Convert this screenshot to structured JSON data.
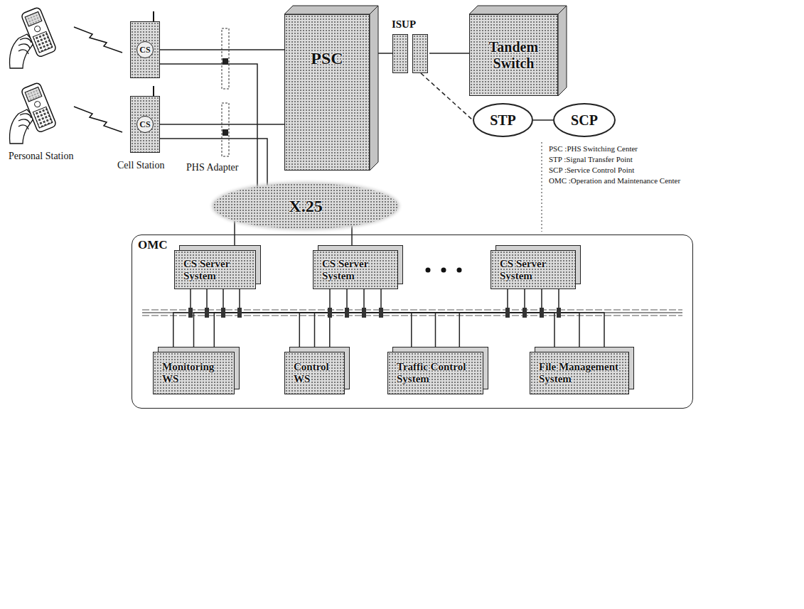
{
  "diagram": {
    "nodes": [
      {
        "text": [
          "CS"
        ]
      },
      {
        "text": [
          "CS"
        ]
      },
      {
        "text": [
          "PSC"
        ]
      },
      {
        "text": [
          "ISUP"
        ]
      },
      {
        "text": [
          "Tandem Switch"
        ]
      },
      {
        "text": [
          "STP"
        ]
      },
      {
        "text": [
          "SCP"
        ]
      },
      {
        "text": [
          "X.25"
        ]
      },
      {
        "text": [
          "OMC"
        ]
      },
      {
        "text": [
          "CS Server System"
        ],
        "in": 8
      },
      {
        "text": [
          "CS Server System"
        ],
        "in": 8
      },
      {
        "text": [
          "CS Server System"
        ],
        "in": 8
      },
      {
        "text": [
          "Monitoring WS"
        ],
        "in": 8
      },
      {
        "text": [
          "Control WS"
        ],
        "in": 8
      },
      {
        "text": [
          "Traffic Control System"
        ],
        "in": 8
      },
      {
        "text": [
          "File Management System"
        ],
        "in": 8
      }
    ],
    "edges": [
      {
        "from": 0,
        "to": 2,
        "arrow": "none"
      },
      {
        "from": 1,
        "to": 2,
        "arrow": "none"
      },
      {
        "from": 2,
        "to": 3,
        "arrow": "none"
      },
      {
        "from": 3,
        "to": 4,
        "arrow": "none"
      },
      {
        "from": 3,
        "to": 5,
        "arrow": "none"
      },
      {
        "from": 5,
        "to": 6,
        "arrow": "none"
      },
      {
        "from": 0,
        "to": 7,
        "arrow": "none"
      },
      {
        "from": 1,
        "to": 7,
        "arrow": "none"
      },
      {
        "from": 7,
        "to": 9,
        "arrow": "none"
      },
      {
        "from": 7,
        "to": 10,
        "arrow": "none"
      },
      {
        "from": 9,
        "to": 12,
        "arrow": "none"
      },
      {
        "from": 9,
        "to": 13,
        "arrow": "none"
      },
      {
        "from": 9,
        "to": 14,
        "arrow": "none"
      },
      {
        "from": 9,
        "to": 15,
        "arrow": "none"
      },
      {
        "from": 10,
        "to": 12,
        "arrow": "none"
      },
      {
        "from": 10,
        "to": 13,
        "arrow": "none"
      },
      {
        "from": 10,
        "to": 14,
        "arrow": "none"
      },
      {
        "from": 10,
        "to": 15,
        "arrow": "none"
      },
      {
        "from": 11,
        "to": 12,
        "arrow": "none"
      },
      {
        "from": 11,
        "to": 13,
        "arrow": "none"
      },
      {
        "from": 11,
        "to": 14,
        "arrow": "none"
      },
      {
        "from": 11,
        "to": 15,
        "arrow": "none"
      }
    ],
    "labels": [
      "Personal Station",
      "Cell Station",
      "PHS Adapter",
      "PSC :PHS Switching Center",
      "STP :Signal Transfer Point",
      "SCP :Service Control Point",
      "OMC :Operation and Maintenance Center"
    ]
  }
}
